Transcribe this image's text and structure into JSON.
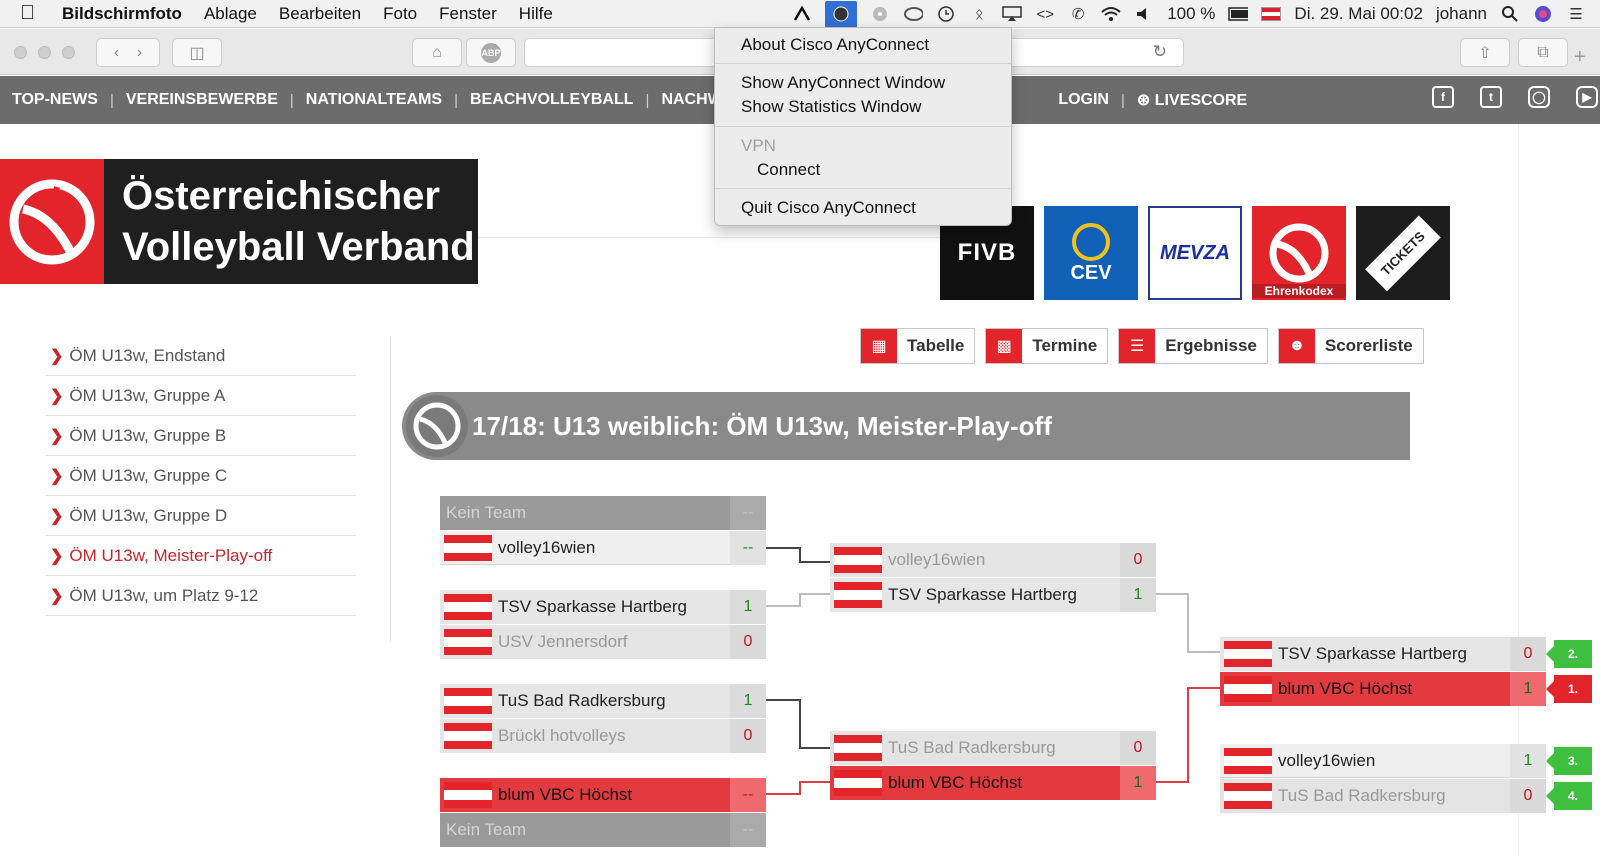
{
  "menubar": {
    "app_name": "Bildschirmfoto",
    "menus": [
      "Ablage",
      "Bearbeiten",
      "Foto",
      "Fenster",
      "Hilfe"
    ],
    "battery": "100 %",
    "datetime": "Di. 29. Mai  00:02",
    "user": "johann"
  },
  "browser": {
    "abp_label": "ABP"
  },
  "nav": {
    "items": [
      "TOP-NEWS",
      "VEREINSBEWERBE",
      "NATIONALTEAMS",
      "BEACHVOLLEYBALL",
      "NACHWU",
      "LOGIN",
      "LIVESCORE"
    ],
    "livescore_icon": "⊛"
  },
  "logo": {
    "line1": "Österreichischer",
    "line2": "Volleyball Verband"
  },
  "sponsors": {
    "fivb": "FIVB",
    "cev": "CEV",
    "mevza": "MEVZA",
    "ehrenkodex": "Ehrenkodex",
    "tickets": "TICKETS"
  },
  "sidebar": {
    "items": [
      {
        "label": "ÖM U13w, Endstand"
      },
      {
        "label": "ÖM U13w, Gruppe A"
      },
      {
        "label": "ÖM U13w, Gruppe B"
      },
      {
        "label": "ÖM U13w, Gruppe C"
      },
      {
        "label": "ÖM U13w, Gruppe D"
      },
      {
        "label": "ÖM U13w, Meister-Play-off"
      },
      {
        "label": "ÖM U13w, um Platz 9-12"
      }
    ]
  },
  "tabs": [
    "Tabelle",
    "Termine",
    "Ergebnisse",
    "Scorerliste"
  ],
  "banner": {
    "title": "17/18: U13 weiblich: ÖM U13w, Meister-Play-off"
  },
  "bracket": {
    "r1": [
      {
        "team": "Kein Team",
        "score": "--"
      },
      {
        "team": "volley16wien",
        "score": "--"
      },
      {
        "team": "TSV Sparkasse Hartberg",
        "score": "1"
      },
      {
        "team": "USV Jennersdorf",
        "score": "0"
      },
      {
        "team": "TuS Bad Radkersburg",
        "score": "1"
      },
      {
        "team": "Brückl hotvolleys",
        "score": "0"
      },
      {
        "team": "blum VBC Höchst",
        "score": "--"
      },
      {
        "team": "Kein Team",
        "score": "--"
      }
    ],
    "r2": [
      {
        "team": "volley16wien",
        "score": "0"
      },
      {
        "team": "TSV Sparkasse Hartberg",
        "score": "1"
      },
      {
        "team": "TuS Bad Radkersburg",
        "score": "0"
      },
      {
        "team": "blum VBC Höchst",
        "score": "1"
      }
    ],
    "final": [
      {
        "team": "TSV Sparkasse Hartberg",
        "score": "0",
        "place": "2."
      },
      {
        "team": "blum VBC Höchst",
        "score": "1",
        "place": "1."
      }
    ],
    "third": [
      {
        "team": "volley16wien",
        "score": "1",
        "place": "3."
      },
      {
        "team": "TuS Bad Radkersburg",
        "score": "0",
        "place": "4."
      }
    ]
  },
  "dropdown": {
    "about": "About Cisco AnyConnect",
    "show_window": "Show AnyConnect Window",
    "show_stats": "Show Statistics Window",
    "vpn_header": "VPN",
    "connect": "Connect",
    "quit": "Quit Cisco AnyConnect"
  }
}
